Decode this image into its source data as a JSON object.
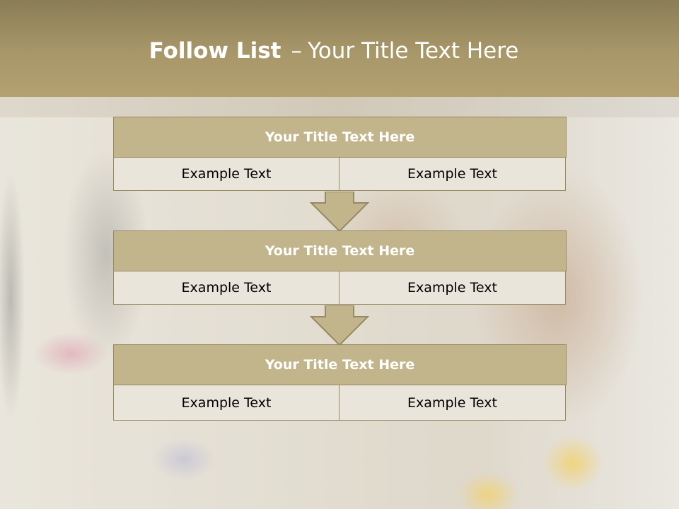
{
  "slide": {
    "title_bold": "Follow List",
    "title_separator": "–",
    "title_rest": "Your Title Text Here"
  },
  "blocks": [
    {
      "title": "Your Title Text Here",
      "left": "Example Text",
      "right": "Example Text"
    },
    {
      "title": "Your Title Text Here",
      "left": "Example Text",
      "right": "Example Text"
    },
    {
      "title": "Your Title Text Here",
      "left": "Example Text",
      "right": "Example Text"
    }
  ],
  "colors": {
    "title_band": "#a89769",
    "block_title_fill": "#c2b48b",
    "cell_fill": "#eae5db",
    "border": "#968a63"
  },
  "icons": [
    "down-arrow-icon",
    "down-arrow-icon"
  ]
}
